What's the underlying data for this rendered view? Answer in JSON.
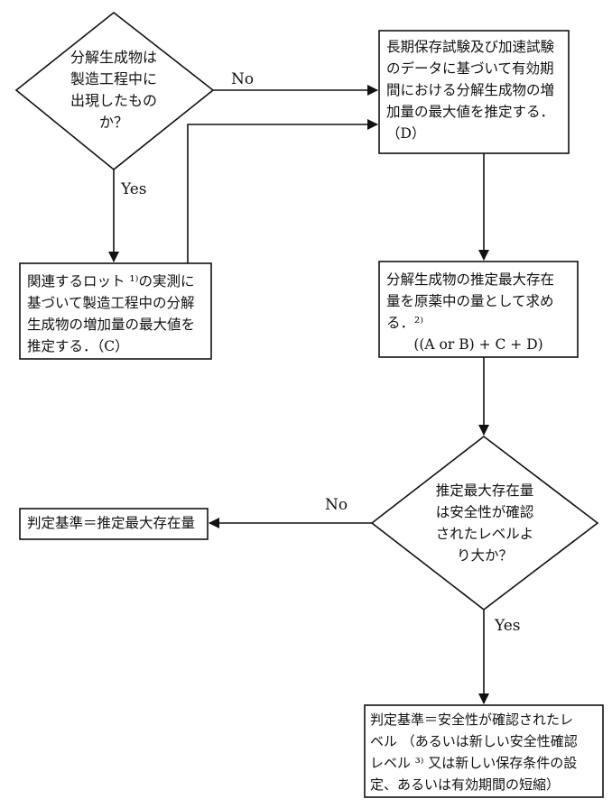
{
  "nodes": {
    "q_manufacture": {
      "text": "分解生成物は\n製造工程中に\n出現したもの\nか？"
    },
    "estimate_storage": {
      "text": "長期保存試験及び加速試験\nのデータに基づいて有効期\n間における分解生成物の増\n加量の最大値を推定する．\n（D）"
    },
    "estimate_manufacture": {
      "text": "関連するロット ¹⁾の実測に\n基づいて製造工程中の分解\n生成物の増加量の最大値を\n推定する．（C）"
    },
    "calc_max": {
      "line1": "分解生成物の推定最大存在\n量を原薬中の量として求め\nる．²⁾",
      "line2": "((A or B) + C + D)"
    },
    "q_safety": {
      "text": "推定最大存在量\nは安全性が確認\nされたレベルよ\nり大か？"
    },
    "criterion_estimate": {
      "text": "判定基準＝推定最大存在量"
    },
    "criterion_safety": {
      "text": "判定基準＝安全性が確認されたレ\nベル （あるいは新しい安全性確認\nレベル ³⁾ 又は新しい保存条件の設\n定、あるいは有効期間の短縮）"
    }
  },
  "edge_labels": {
    "no_top": "No",
    "yes_left": "Yes",
    "no_bottom": "No",
    "yes_bottom": "Yes"
  }
}
